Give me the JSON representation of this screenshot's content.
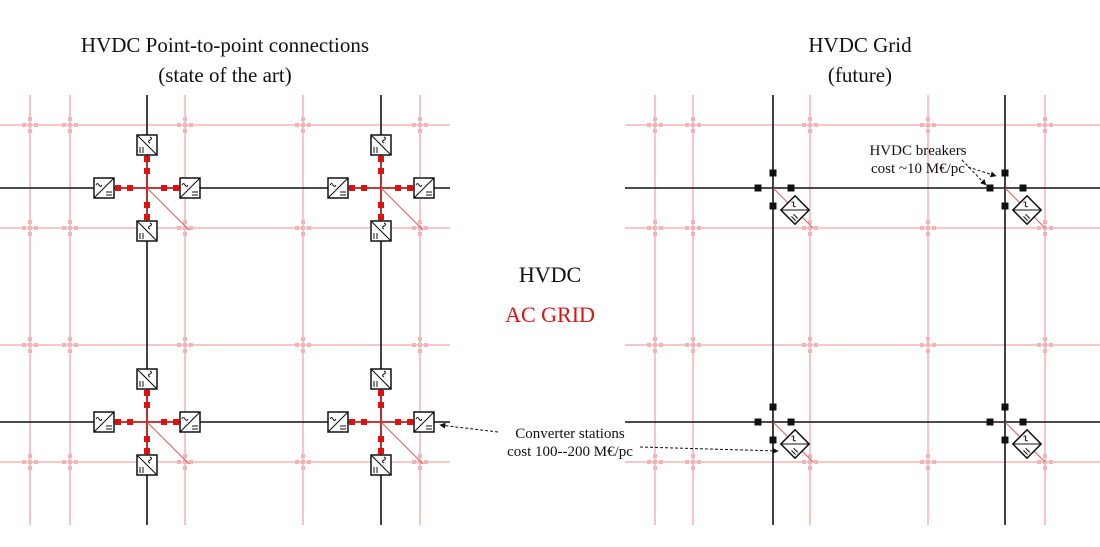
{
  "left_panel": {
    "title_line1": "HVDC Point-to-point connections",
    "title_line2": "(state of the art)"
  },
  "right_panel": {
    "title_line1": "HVDC Grid",
    "title_line2": "(future)"
  },
  "legend": {
    "hvdc": "HVDC",
    "ac_grid": "AC GRID",
    "hvdc_color": "#111111",
    "ac_color": "#e01010"
  },
  "annotations": {
    "breakers_line1": "HVDC breakers",
    "breakers_line2": "cost ~10 M€/pc",
    "converters_line1": "Converter stations",
    "converters_line2": "cost 100--200 M€/pc"
  }
}
